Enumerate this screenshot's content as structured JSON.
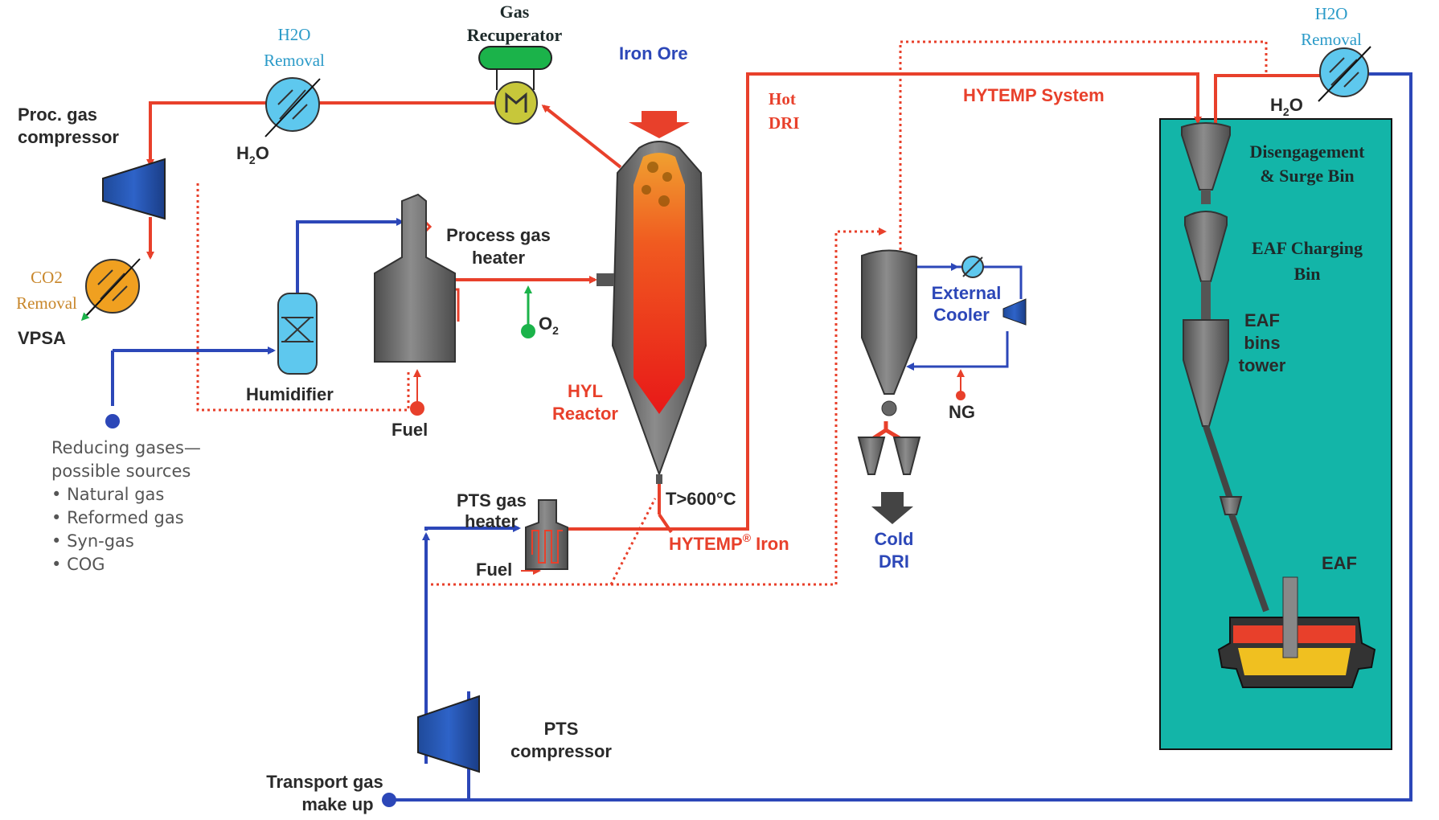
{
  "labels": {
    "gas_recuperator_1": "Gas",
    "gas_recuperator_2": "Recuperator",
    "iron_ore": "Iron Ore",
    "h2o_removal_top_1": "H2O",
    "h2o_removal_top_2": "Removal",
    "h2o_out_left": "H",
    "h2o_out_left_sub": "2",
    "h2o_out_left_end": "O",
    "proc_gas_compressor_1": "Proc. gas",
    "proc_gas_compressor_2": "compressor",
    "co2_removal_1": "CO2",
    "co2_removal_2": "Removal",
    "vpsa": "VPSA",
    "process_gas_heater_1": "Process gas",
    "process_gas_heater_2": "heater",
    "o2": "O",
    "o2_sub": "2",
    "humidifier": "Humidifier",
    "fuel_1": "Fuel",
    "hyl_reactor_1": "HYL",
    "hyl_reactor_2": "Reactor",
    "hot_dri_1": "Hot",
    "hot_dri_2": "DRI",
    "hytemp_system": "HYTEMP System",
    "external_cooler_1": "External",
    "external_cooler_2": "Cooler",
    "ng": "NG",
    "cold_dri_1": "Cold",
    "cold_dri_2": "DRI",
    "temp": "T>600°C",
    "pts_gas_heater_1": "PTS gas",
    "pts_gas_heater_2": "heater",
    "fuel_2": "Fuel",
    "hytemp_iron": "HYTEMP",
    "hytemp_iron_sup": "®",
    "hytemp_iron_end": " Iron",
    "pts_compressor_1": "PTS",
    "pts_compressor_2": "compressor",
    "transport_gas_1": "Transport gas",
    "transport_gas_2": "make up",
    "h2o_removal_right_1": "H2O",
    "h2o_removal_right_2": "Removal",
    "h2o_out_right": "H",
    "h2o_out_right_sub": "2",
    "h2o_out_right_end": "O",
    "disengagement_1": "Disengagement",
    "disengagement_2": "& Surge Bin",
    "eaf_charging_1": "EAF Charging",
    "eaf_charging_2": "Bin",
    "eaf_bins_1": "EAF",
    "eaf_bins_2": "bins",
    "eaf_bins_3": "tower",
    "eaf": "EAF"
  },
  "reducing_gases": {
    "title_1": "Reducing gases—",
    "title_2": "possible sources",
    "items": [
      "Natural gas",
      "Reformed gas",
      "Syn-gas",
      "COG"
    ]
  },
  "colors": {
    "hot_line": "#e8402b",
    "cold_line": "#2c47b8",
    "eaf_box": "#13b5a8",
    "equipment": "#6b6b6b",
    "co2_removal": "#f0a020",
    "h2o_removal": "#5ec8ee"
  }
}
